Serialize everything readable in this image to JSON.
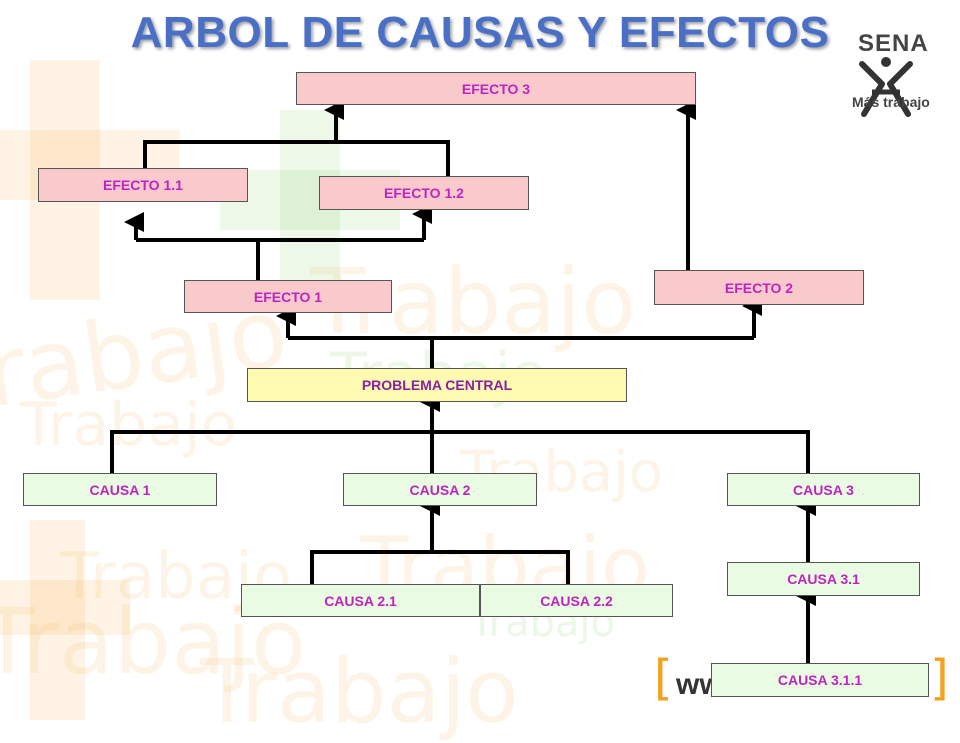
{
  "title": "ARBOL DE CAUSAS Y EFECTOS",
  "logo": {
    "word": "SENA",
    "slogan": "Más trabajo"
  },
  "watermark": {
    "word": "Trabajo",
    "www": "ww",
    "bracket_left": "[",
    "bracket_right": "]"
  },
  "effects": {
    "efecto_3": "EFECTO  3",
    "efecto_1_1": "EFECTO  1.1",
    "efecto_1_2": "EFECTO  1.2",
    "efecto_1": "EFECTO  1",
    "efecto_2": "EFECTO  2"
  },
  "problem": "PROBLEMA CENTRAL",
  "causes": {
    "causa_1": "CAUSA 1",
    "causa_2": "CAUSA 2",
    "causa_3": "CAUSA 3",
    "causa_2_1": "CAUSA 2.1",
    "causa_2_2": "CAUSA 2.2",
    "causa_3_1": "CAUSA 3.1",
    "causa_3_1_1": "CAUSA 3.1.1"
  },
  "colors": {
    "title": "#4a6fc4",
    "efecto_fill": "#f9c9cc",
    "causa_fill": "#eafbe3",
    "problema_fill": "#fefbb0",
    "label_text": "#c024c0",
    "watermark_orange": "#f4a020",
    "watermark_green": "#6cc24a"
  }
}
